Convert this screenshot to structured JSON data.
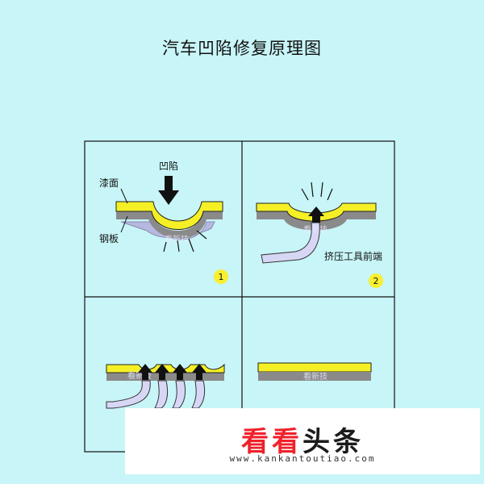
{
  "title": "汽车凹陷修复原理图",
  "labels": {
    "paint": "漆面",
    "dent": "凹陷",
    "steel": "钢板",
    "tool_tip": "挤压工具前端"
  },
  "step_numbers": [
    "1",
    "2"
  ],
  "watermark": "看新技",
  "banner": {
    "logo_red": "看看",
    "logo_black": "头条",
    "url": "www.kankantoutiao.com"
  },
  "colors": {
    "background": "#c8f5f7",
    "paint_layer": "#f5f026",
    "steel_layer": "#8a8a8a",
    "dent_shadow": "#b7b8e0",
    "tool": "#d7d7f5",
    "marker": "#f8f030",
    "brand_red": "#f0212a"
  },
  "icons": [
    "down-arrow-icon",
    "up-arrow-icon"
  ]
}
